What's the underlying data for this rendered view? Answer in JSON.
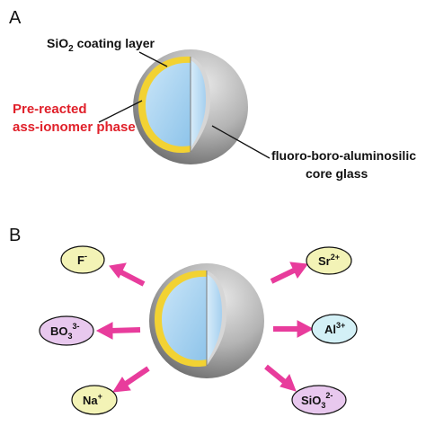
{
  "panels": {
    "a": "A",
    "b": "B"
  },
  "labels": {
    "coating_base": "SiO",
    "coating_sub": "2",
    "coating_rest": " coating layer",
    "prereacted_line1": "Pre-reacted",
    "prereacted_line2": "ass-ionomer phase",
    "core_line1": "fluoro-boro-aluminosilic",
    "core_line2": "core glass"
  },
  "ions": {
    "fluoride": {
      "base": "F",
      "sup": "-",
      "color": "#f3f3b6"
    },
    "borate": {
      "base": "BO",
      "sub": "3",
      "sup": "3-",
      "color": "#e8c8ee"
    },
    "sodium": {
      "base": "Na",
      "sup": "+",
      "color": "#f3f3b6"
    },
    "strontium": {
      "base": "Sr",
      "sup": "2+",
      "color": "#f3f3b6"
    },
    "aluminum": {
      "base": "Al",
      "sup": "3+",
      "color": "#d3f0f6"
    },
    "silicate": {
      "base": "SiO",
      "sub": "3",
      "sup": "2-",
      "color": "#e8c8ee"
    }
  },
  "colors": {
    "shell": "#9b9b9b",
    "yellow_layer": "#f2d233",
    "core": "#a9d3f1",
    "arrow": "#e83c9c",
    "label_red": "#e0202a"
  }
}
